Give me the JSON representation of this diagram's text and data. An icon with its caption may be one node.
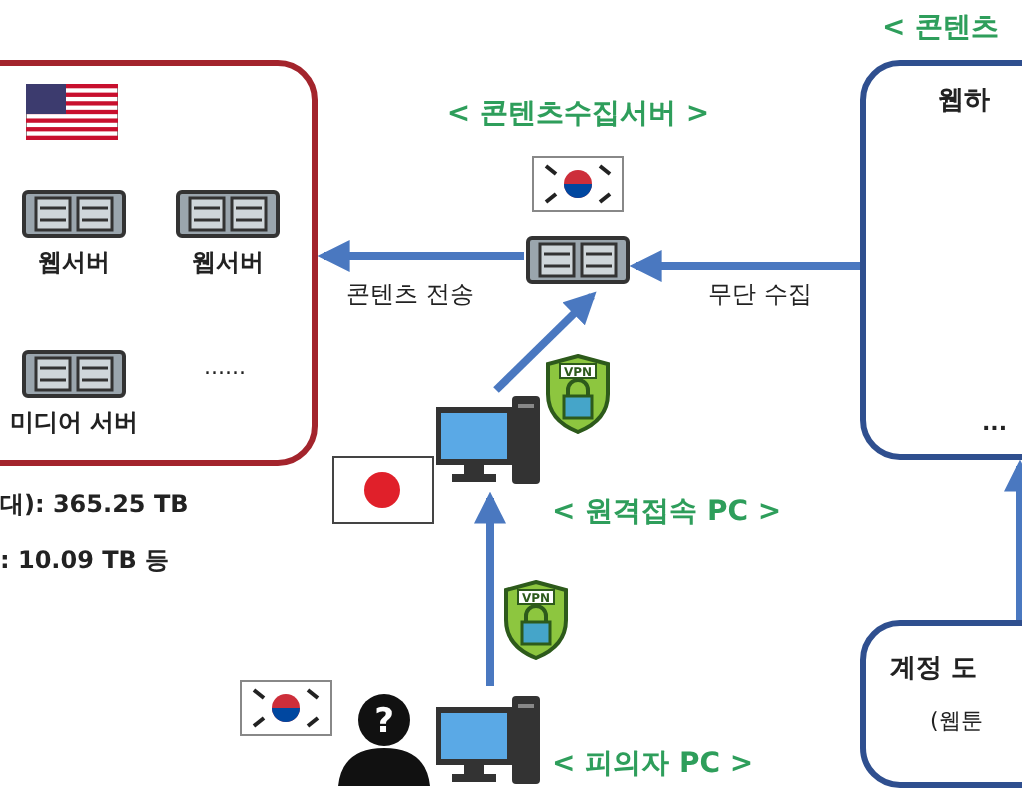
{
  "diagram": {
    "nodes": [
      {
        "text": [],
        "shape": "box"
      },
      {
        "text": [
          "웹서버"
        ],
        "in": 0
      },
      {
        "text": [
          "웹서버"
        ],
        "in": 0
      },
      {
        "text": [
          "미디어 서버"
        ],
        "in": 0
      },
      {
        "text": [
          "< 콘텐츠수집서버 >"
        ]
      },
      {
        "text": [
          "< 콘텐츠",
          "웹하",
          "..."
        ]
      },
      {
        "text": [
          "< 원격접속 PC >"
        ]
      },
      {
        "text": [
          "< 피의자 PC >"
        ]
      },
      {
        "text": [
          "계정 도",
          "(웹툰"
        ]
      }
    ],
    "edges": [
      {
        "from": 4,
        "to": 0,
        "arrow": "to",
        "label": "콘텐츠 전송"
      },
      {
        "from": 5,
        "to": 4,
        "arrow": "to",
        "label": "무단 수집"
      },
      {
        "from": 6,
        "to": 4,
        "arrow": "to"
      },
      {
        "from": 7,
        "to": 6,
        "arrow": "to"
      },
      {
        "from": 8,
        "to": 5,
        "arrow": "to"
      }
    ],
    "labels": [
      "......",
      "대): 365.25 TB",
      ": 10.09 TB 등",
      "VPN",
      "VPN",
      "?"
    ]
  }
}
